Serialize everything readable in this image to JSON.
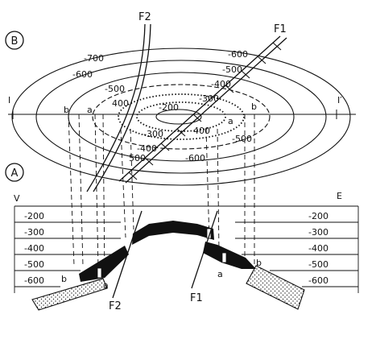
{
  "panels": {
    "map_label": "B",
    "section_label": "A"
  },
  "faults": {
    "f1": "F1",
    "f2": "F2"
  },
  "section_line": {
    "start": "I",
    "end": "I′"
  },
  "map_contours": {
    "c700": "-700",
    "c600_left": "-600",
    "c500_left": "-500",
    "c400_left": "400",
    "c600_right": "-600",
    "c500_right": "-500",
    "c400_right": "-400",
    "c300_right": "-300",
    "c200": "-200",
    "c300_center": "-300",
    "c400_center": "-400",
    "c400_lower": "400",
    "c500_lower": "500",
    "c500_lowright": "-500",
    "c600_lower": "-600"
  },
  "map_points": {
    "b_left": "b",
    "a_left": "a",
    "b_right": "b",
    "a_right": "a"
  },
  "section": {
    "left_end": "V",
    "right_end": "E",
    "depths_left": [
      "-200",
      "-300",
      "-400",
      "-500",
      "-600"
    ],
    "depths_right": [
      "-200",
      "-300",
      "-400",
      "-500",
      "-600"
    ],
    "b_left": "b",
    "a_left": "a",
    "a_right": "a",
    "b_right": "b",
    "fault_f2": "F2",
    "fault_f1": "F1"
  }
}
